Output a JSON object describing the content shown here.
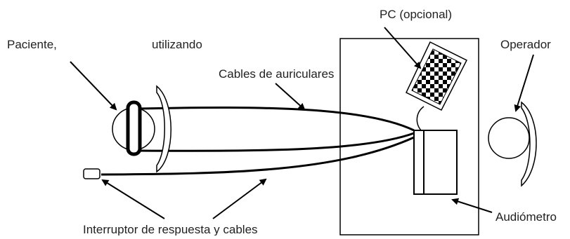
{
  "diagram": {
    "labels": {
      "patient": "Paciente,",
      "using": "utilizando",
      "pc": "PC (opcional)",
      "operator": "Operador",
      "headphone_cables": "Cables de auriculares",
      "response_switch": "Interruptor de respuesta y cables",
      "audiometer": "Audiómetro"
    },
    "colors": {
      "line": "#000000",
      "text": "#222222",
      "background": "#ffffff"
    },
    "icons": {
      "patient_head": "patient-head-icon",
      "headphones": "headphones-icon",
      "pc_screen": "pc-screen-icon",
      "operator_head": "operator-head-icon",
      "response_button": "response-button-icon",
      "audiometer": "audiometer-device-icon"
    }
  }
}
